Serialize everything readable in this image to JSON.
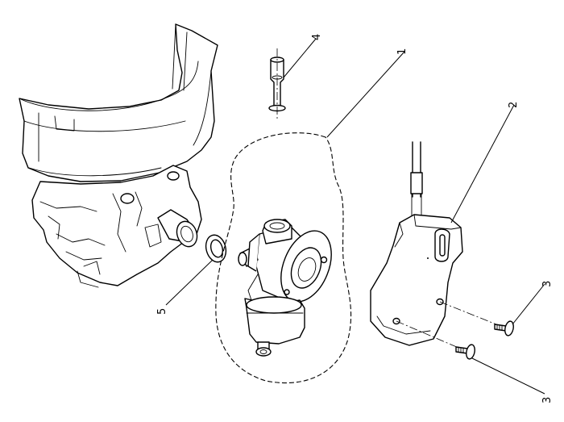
{
  "callouts": [
    {
      "id": "c1",
      "text": "1"
    },
    {
      "id": "c2",
      "text": "2"
    },
    {
      "id": "c3a",
      "text": "3"
    },
    {
      "id": "c3b",
      "text": "3"
    },
    {
      "id": "c4",
      "text": "4"
    },
    {
      "id": "c5",
      "text": "5"
    }
  ]
}
